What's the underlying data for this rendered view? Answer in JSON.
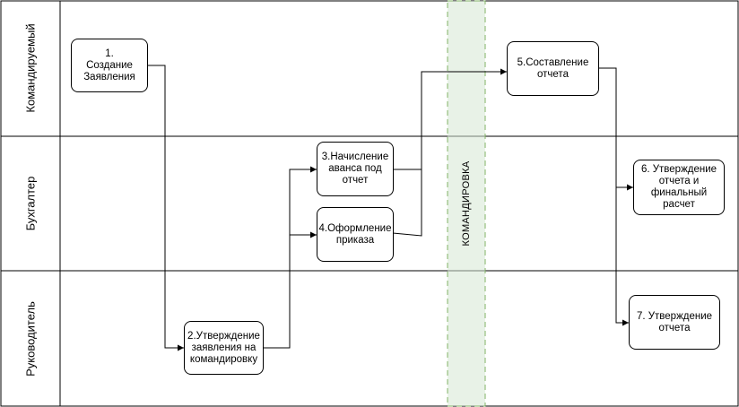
{
  "lanes": [
    {
      "label": "Командируемый"
    },
    {
      "label": "Бухгалтер"
    },
    {
      "label": "Руководитель"
    }
  ],
  "band": {
    "label": "КОМАНДИРОВКА",
    "color": "#d5e8d4",
    "stroke": "#82b366"
  },
  "steps": {
    "s1": "1. Создание Заявления",
    "s2": "2.Утверждение заявления на командировку",
    "s3": "3.Начисление аванса под отчет",
    "s4": "4.Оформление приказа",
    "s5": "5.Составление отчета",
    "s6": "6. Утверждение отчета и финальный расчет",
    "s7": "7. Утверждение отчета"
  }
}
